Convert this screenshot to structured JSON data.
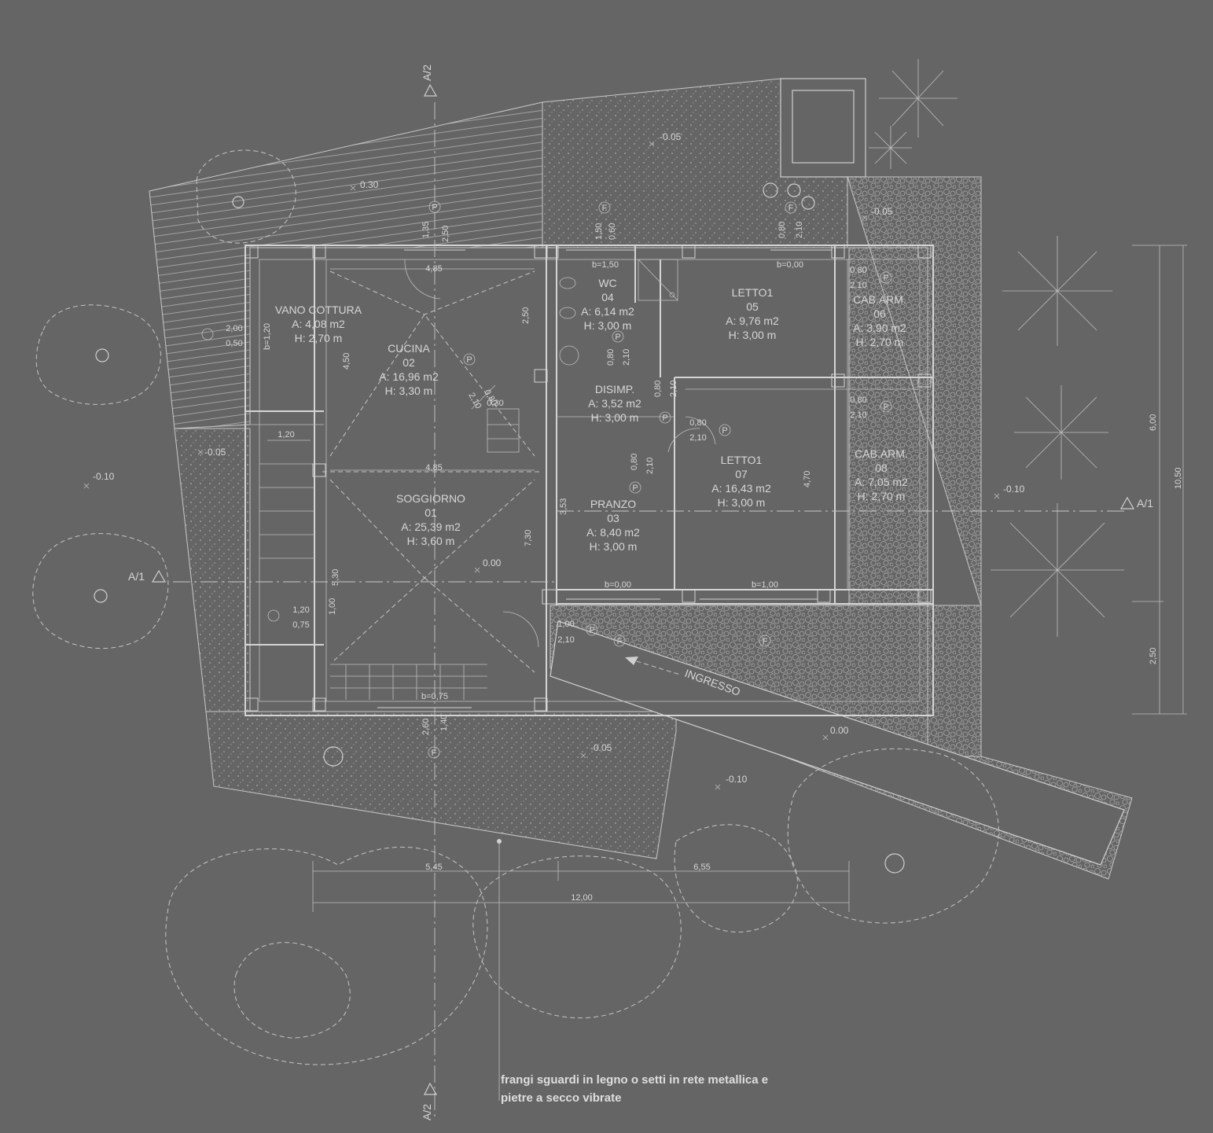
{
  "rooms": [
    {
      "name": "VANO COTTURA",
      "area": "A: 4,08 m2",
      "height": "H: 2,70 m"
    },
    {
      "name": "CUCINA",
      "number": "02",
      "area": "A: 16,96 m2",
      "height": "H: 3,30 m"
    },
    {
      "name": "SOGGIORNO",
      "number": "01",
      "area": "A: 25,39 m2",
      "height": "H: 3,60 m"
    },
    {
      "name": "WC",
      "number": "04",
      "area": "A: 6,14 m2",
      "height": "H: 3,00 m"
    },
    {
      "name": "LETTO1",
      "number": "05",
      "area": "A: 9,76 m2",
      "height": "H: 3,00 m"
    },
    {
      "name": "CAB.ARM.",
      "number": "06",
      "area": "A: 3,90 m2",
      "height": "H: 2,70 m"
    },
    {
      "name": "DISIMP.",
      "area": "A: 3,52 m2",
      "height": "H: 3,00 m"
    },
    {
      "name": "LETTO1",
      "number": "07",
      "area": "A: 16,43 m2",
      "height": "H: 3,00 m"
    },
    {
      "name": "CAB.ARM.",
      "number": "08",
      "area": "A: 7,05 m2",
      "height": "H: 2,70 m"
    },
    {
      "name": "PRANZO",
      "number": "03",
      "area": "A: 8,40 m2",
      "height": "H: 3,00 m"
    }
  ],
  "levels": [
    "0.30",
    "-0.05",
    "-0.05",
    "-0.05",
    "-0.10",
    "-0.10",
    "0.00",
    "0.00",
    "-0.05",
    "-0.10"
  ],
  "dims": {
    "d485a": "4,85",
    "d485b": "4,85",
    "d250": "2,50",
    "d450": "4,50",
    "d120": "1,20",
    "d530": "5,30",
    "d100": "1,00",
    "d730": "7,30",
    "d353": "3,53",
    "d470": "4,70",
    "d545": "5,45",
    "d655": "6,55",
    "d1200": "12,00",
    "d600": "6,00",
    "d1050": "10,50",
    "d250r": "2,50",
    "b150": "b=1,50",
    "b000a": "b=0,00",
    "b000b": "b=0,00",
    "b100": "b=1,00",
    "b075": "b=0,75",
    "w200": "2,00",
    "w050": "0,50",
    "b120": "b=1,20",
    "w120b": "1,20",
    "w075": "0,75",
    "w135": "1,35",
    "w250v": "2,50",
    "w150": "1,50",
    "w060": "0,60",
    "w080a": "0,80",
    "w210a": "2,10",
    "w080b": "0,80",
    "w210b": "2,10",
    "w080c": "0,80",
    "w210c": "2,10",
    "w080d": "0,80",
    "w210d": "2,10",
    "w030": "0,30",
    "w080e": "0,80",
    "w210e": "2,10",
    "w080f": "0,80",
    "w210f": "2,10",
    "w080g": "0,80",
    "w210g": "2,10",
    "w080h": "0,80",
    "w210h": "2,10",
    "w100": "1,00",
    "w210i": "2,10",
    "w260": "2,60",
    "w140": "1,40"
  },
  "markers": {
    "p": "P",
    "f": "F"
  },
  "sections": {
    "a1": "A/1",
    "a2": "A/2"
  },
  "entry": "INGRESSO",
  "note": {
    "line1": "frangi sguardi in legno o setti in rete metallica e",
    "line2": "pietre a secco vibrate"
  }
}
